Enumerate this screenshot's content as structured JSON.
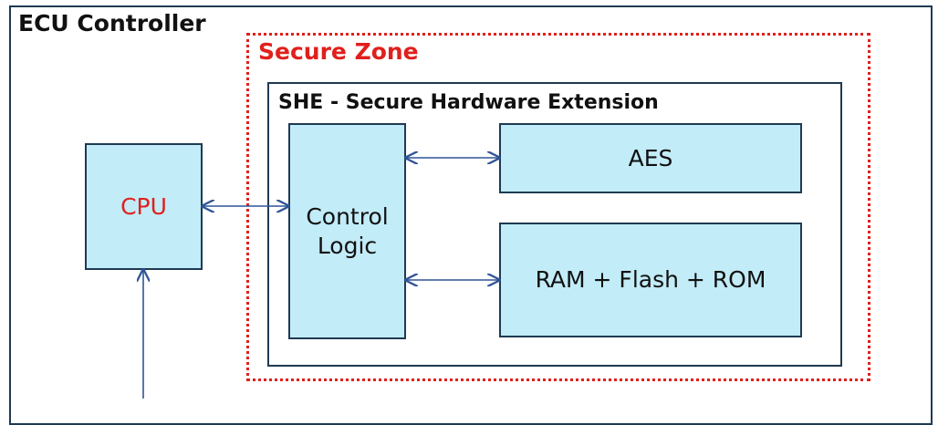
{
  "diagram": {
    "ecu_title": "ECU Controller",
    "secure_zone_title": "Secure Zone",
    "she_title": "SHE - Secure Hardware Extension",
    "blocks": {
      "cpu": "CPU",
      "control_logic": "Control\nLogic",
      "aes": "AES",
      "memory": "RAM + Flash + ROM"
    },
    "connections": [
      {
        "from": "CPU",
        "to": "Control Logic",
        "direction": "bidirectional"
      },
      {
        "from": "Control Logic",
        "to": "AES",
        "direction": "bidirectional"
      },
      {
        "from": "Control Logic",
        "to": "RAM + Flash + ROM",
        "direction": "bidirectional"
      },
      {
        "from": "external",
        "to": "CPU",
        "direction": "one-way"
      }
    ]
  },
  "colors": {
    "block_fill": "#c2ecf8",
    "border": "#1f3a52",
    "secure_accent": "#e0201c",
    "arrow": "#2f5597"
  }
}
